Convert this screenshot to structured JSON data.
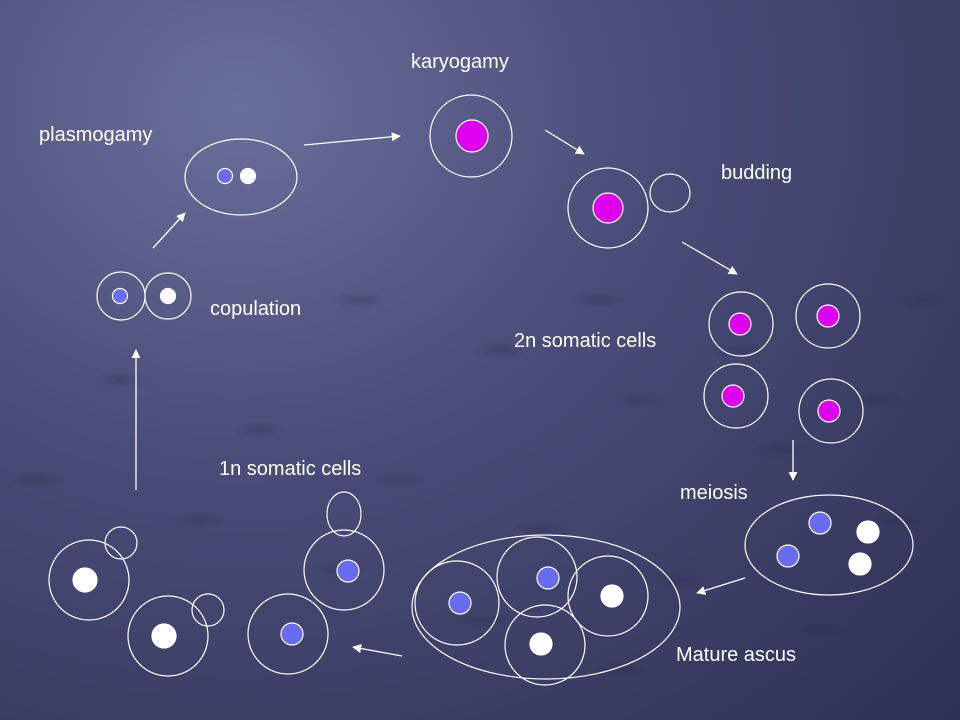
{
  "labels": {
    "karyogamy": "karyogamy",
    "plasmogamy": "plasmogamy",
    "budding": "budding",
    "copulation": "copulation",
    "diploid_cells": "2n somatic cells",
    "haploid_cells": "1n somatic cells",
    "meiosis": "meiosis",
    "mature_ascus": "Mature ascus"
  },
  "colors": {
    "diploid_nucleus": "#dd00ee",
    "mating_type_a_nucleus": "#6a6cf0",
    "mating_type_b_nucleus": "#ffffff",
    "cell_outline": "#ffffff",
    "arrow": "#ffffff"
  }
}
